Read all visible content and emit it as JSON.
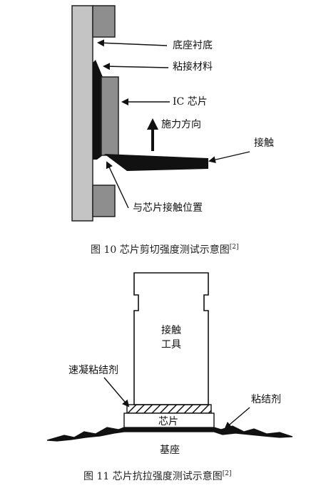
{
  "figure10": {
    "labels": {
      "substrate": "底座衬底",
      "adhesive": "粘接材料",
      "chip": "IC 芯片",
      "force_direction": "施力方向",
      "contact": "接触",
      "contact_position": "与芯片接触位置"
    },
    "caption": {
      "text": "图 10  芯片剪切强度测试示意图",
      "ref": "[2]"
    }
  },
  "figure11": {
    "labels": {
      "tool_line1": "接触",
      "tool_line2": "工具",
      "quick_adhesive": "速凝粘结剂",
      "adhesive": "粘结剂",
      "chip": "芯片",
      "base": "基座"
    },
    "caption": {
      "text": "图 11  芯片抗拉强度测试示意图",
      "ref": "[2]"
    }
  },
  "colors": {
    "substrate_fill": "#c4c4c4",
    "chip_fill": "#8e8e8e",
    "ink": "#111111"
  }
}
